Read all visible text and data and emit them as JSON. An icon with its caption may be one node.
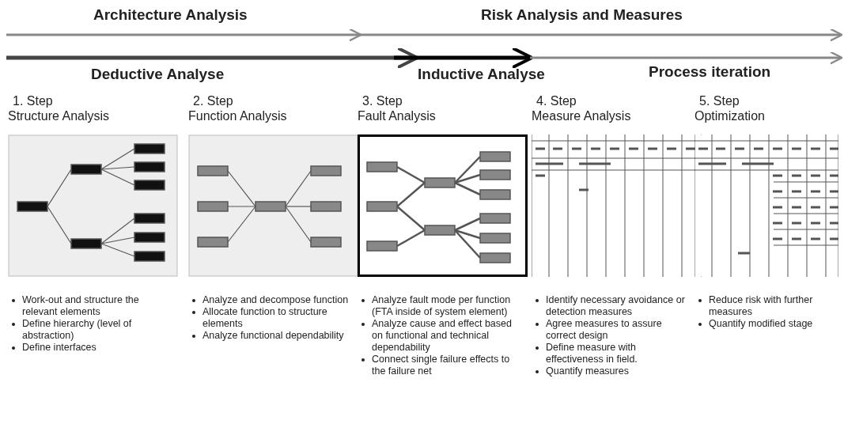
{
  "diagram": {
    "nodes": [
      {
        "text": [
          "1. Step",
          "Structure Analysis"
        ],
        "beside": [
          "Work-out and structure the relevant elements",
          "Define hierarchy (level of abstraction)",
          "Define interfaces"
        ]
      },
      {
        "text": [
          "2. Step",
          "Function Analysis"
        ],
        "beside": [
          "Analyze and decompose function",
          "Allocate function to structure elements",
          "Analyze functional dependability"
        ]
      },
      {
        "text": [
          "3. Step",
          "Fault Analysis"
        ],
        "beside": [
          "Analyze fault mode per function (FTA inside of system element)",
          "Analyze cause and effect based on functional and technical dependability",
          "Connect single failure effects to the failure net"
        ]
      },
      {
        "text": [
          "4. Step",
          "Measure Analysis"
        ],
        "beside": [
          "Identify necessary avoidance or detection measures",
          "Agree measures to assure correct design",
          "Define measure with effectiveness in field.",
          "Quantify measures"
        ]
      },
      {
        "text": [
          "5. Step",
          "Optimization"
        ],
        "beside": [
          "Reduce risk with further measures",
          "Quantify modified stage"
        ]
      }
    ],
    "edges": [],
    "labels": [
      "Architecture Analysis",
      "Risk Analysis and Measures",
      "Deductive Analyse",
      "Inductive Analyse",
      "Process iteration"
    ]
  }
}
